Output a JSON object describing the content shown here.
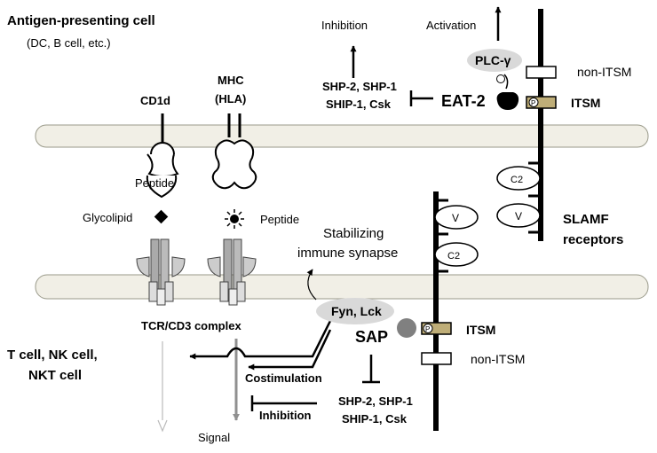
{
  "labels": {
    "apc_title": "Antigen-presenting cell",
    "apc_sub": "(DC, B cell, etc.)",
    "cd1d": "CD1d",
    "mhc_1": "MHC",
    "mhc_2": "(HLA)",
    "peptide_top": "Peptide",
    "glycolipid": "Glycolipid",
    "peptide_right": "Peptide",
    "tcr": "TCR/CD3 complex",
    "tcell_1": "T cell, NK cell,",
    "tcell_2": "NKT cell",
    "signal": "Signal",
    "costim": "Costimulation",
    "inhibition_bottom": "Inhibition",
    "shp_bottom_1": "SHP-2, SHP-1",
    "shp_bottom_2": "SHIP-1, Csk",
    "fyn": "Fyn, Lck",
    "sap": "SAP",
    "p": "P",
    "itsm_bottom": "ITSM",
    "nonitsm_bottom": "non-ITSM",
    "stab_1": "Stabilizing",
    "stab_2": "immune synapse",
    "v": "V",
    "c2": "C2",
    "slamf_1": "SLAMF",
    "slamf_2": "receptors",
    "inhibition_top": "Inhibition",
    "activation": "Activation",
    "plc": "PLC-γ",
    "nonitsm_top": "non-ITSM",
    "itsm_top": "ITSM",
    "eat2": "EAT-2",
    "shp_top_1": "SHP-2, SHP-1",
    "shp_top_2": "SHIP-1, Csk"
  },
  "colors": {
    "membrane_fill": "#f1efe6",
    "membrane_stroke": "#9a9a8a",
    "itsm_fill": "#bfae78",
    "ellipse_fill": "#d9d9d9",
    "sap_fill": "#808080",
    "signal_arrow": "#909090"
  }
}
